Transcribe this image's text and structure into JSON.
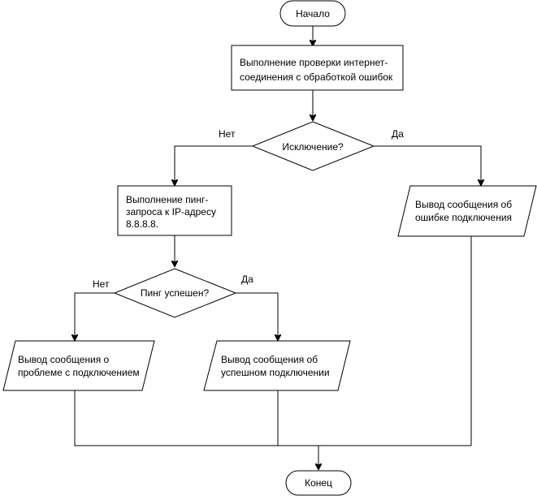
{
  "diagram": {
    "start_label": "Начало",
    "end_label": "Конец",
    "check_step": {
      "lines": [
        "Выполнение проверки интернет-",
        "соединения с обработкой ошибок"
      ]
    },
    "exception_decision": {
      "label": "Исключение?",
      "no_label": "Нет",
      "yes_label": "Да"
    },
    "ping_step": {
      "lines": [
        "Выполнение пинг-",
        "запроса к IP-адресу",
        "8.8.8.8."
      ]
    },
    "error_output": {
      "lines": [
        "Вывод сообщения об",
        "ошибке подключения"
      ]
    },
    "ping_decision": {
      "label": "Пинг успешен?",
      "no_label": "Нет",
      "yes_label": "Да"
    },
    "problem_output": {
      "lines": [
        "Вывод сообщения о",
        "проблеме с подключением"
      ]
    },
    "success_output": {
      "lines": [
        "Вывод сообщения об",
        "успешном подключении"
      ]
    }
  }
}
